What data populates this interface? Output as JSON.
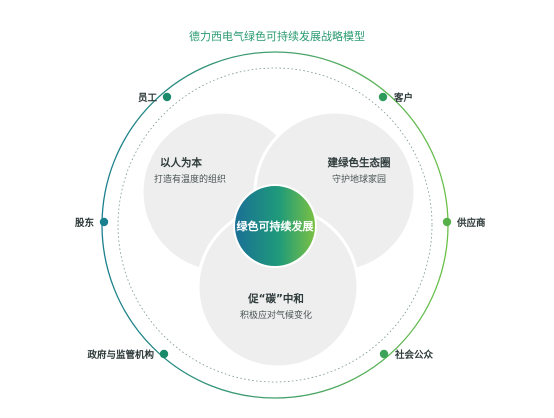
{
  "title": "德力西电气绿色可持续发展战略模型",
  "center": {
    "label": "绿色可持续发展"
  },
  "petals": [
    {
      "title": "以人为本",
      "subtitle": "打造有温度的组织"
    },
    {
      "title": "建绿色生态圈",
      "subtitle": "守护地球家园"
    },
    {
      "title": "促“碳”中和",
      "subtitle": "积极应对气候变化"
    }
  ],
  "stakeholders": [
    {
      "label": "员工"
    },
    {
      "label": "客户"
    },
    {
      "label": "股东"
    },
    {
      "label": "供应商"
    },
    {
      "label": "政府与监管机构"
    },
    {
      "label": "社会公众"
    }
  ],
  "colors": {
    "title": "#2a9a72",
    "ring_start": "#1a7f8f",
    "ring_end": "#6cc04a",
    "petal_fill": "#eeeeee",
    "petal_stroke": "#ffffff",
    "dot": "#1a8a6a",
    "center_start": "#1a6f96",
    "center_end": "#7dc242"
  }
}
